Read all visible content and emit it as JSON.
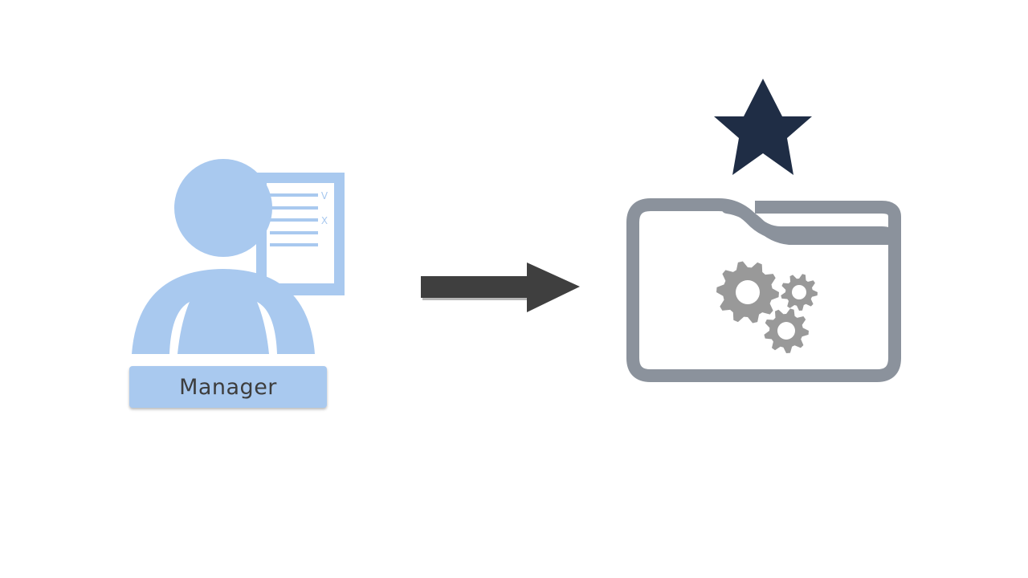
{
  "manager": {
    "label": "Manager",
    "checklist_marks": [
      "V",
      "X"
    ],
    "color": "#a9c9ef"
  },
  "arrow": {
    "color": "#3f3f3f"
  },
  "star": {
    "color": "#1f2d45"
  },
  "folder": {
    "stroke_color": "#8b929c",
    "gear_color": "#999999"
  }
}
